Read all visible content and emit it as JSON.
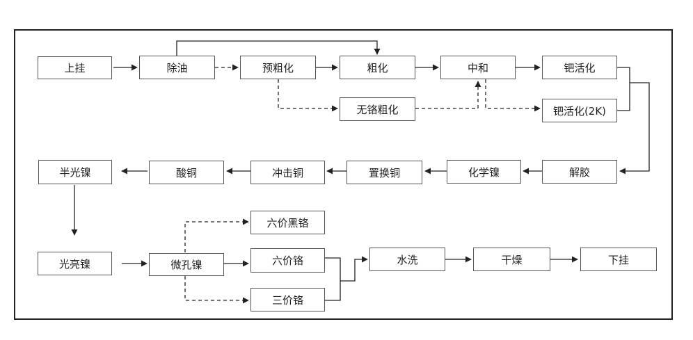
{
  "nodes": {
    "shangua": "上挂",
    "chuyou": "除油",
    "yucuhua": "预粗化",
    "cuhua": "粗化",
    "zhonghe": "中和",
    "bahuohua": "钯活化",
    "wugecuhua": "无铬粗化",
    "bahuohua2k": "钯活化(2K)",
    "jiejiao": "解胶",
    "huaxueni": "化学镍",
    "zhihuantong": "置换铜",
    "chongjitong": "冲击铜",
    "suantong": "酸铜",
    "banguangnie": "半光镍",
    "guangliangnie": "光亮镍",
    "weikongnie": "微孔镍",
    "liujiaheige": "六价黑铬",
    "liujiage": "六价铬",
    "sanjiage": "三价铬",
    "shuixi": "水洗",
    "ganzao": "干燥",
    "xiagua": "下挂"
  }
}
